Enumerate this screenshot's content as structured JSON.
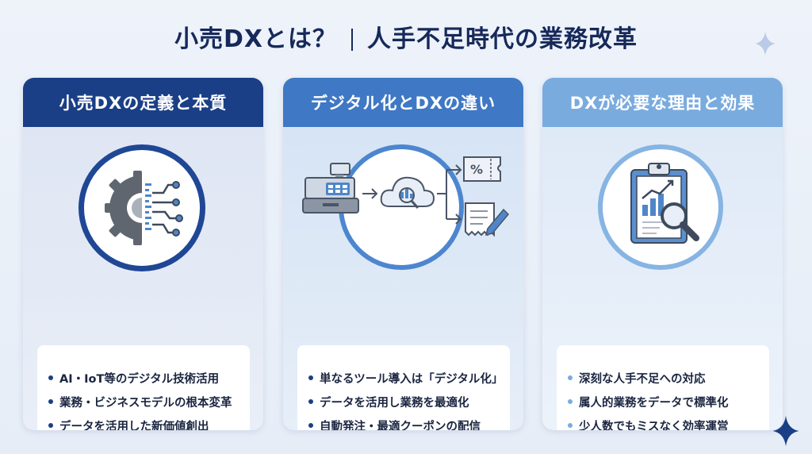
{
  "header": {
    "title_left": "小売DXとは？",
    "title_right": "人手不足時代の業務改革"
  },
  "cards": [
    {
      "heading": "小売DXの定義と本質",
      "icon": "gear-circuit-icon",
      "accent": "#1a3f86",
      "points": [
        "AI・IoT等のデジタル技術活用",
        "業務・ビジネスモデルの根本変革",
        "データを活用した新価値創出"
      ]
    },
    {
      "heading": "デジタル化とDXの違い",
      "icon": "register-cloud-flow-icon",
      "accent": "#3f78c4",
      "points": [
        "単なるツール導入は「デジタル化」",
        "データを活用し業務を最適化",
        "自動発注・最適クーポンの配信"
      ]
    },
    {
      "heading": "DXが必要な理由と効果",
      "icon": "clipboard-chart-magnifier-icon",
      "accent": "#7aabdf",
      "points": [
        "深刻な人手不足への対応",
        "属人的業務をデータで標準化",
        "少人数でもミスなく効率運営"
      ]
    }
  ]
}
